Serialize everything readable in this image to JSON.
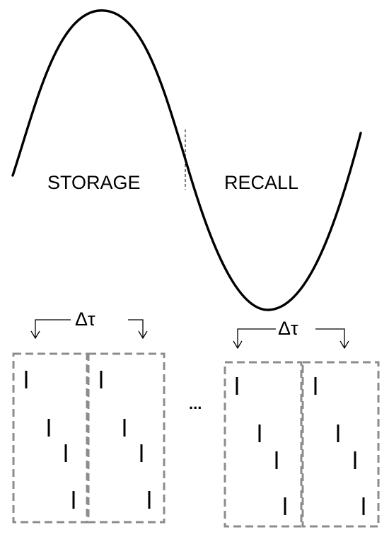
{
  "labels": {
    "storage": "STORAGE",
    "recall": "RECALL",
    "delta_left": "Δτ",
    "delta_right": "Δτ",
    "ellipsis": "..."
  },
  "colors": {
    "stroke": "#000000",
    "box_dash": "#8c8c8c",
    "background": "#ffffff"
  },
  "wave": {
    "shape": "sine",
    "cycles": 1,
    "phase_split": "storage | recall"
  },
  "windows": {
    "groups": 2,
    "boxes_per_group": 2,
    "spikes_per_box": 4
  }
}
